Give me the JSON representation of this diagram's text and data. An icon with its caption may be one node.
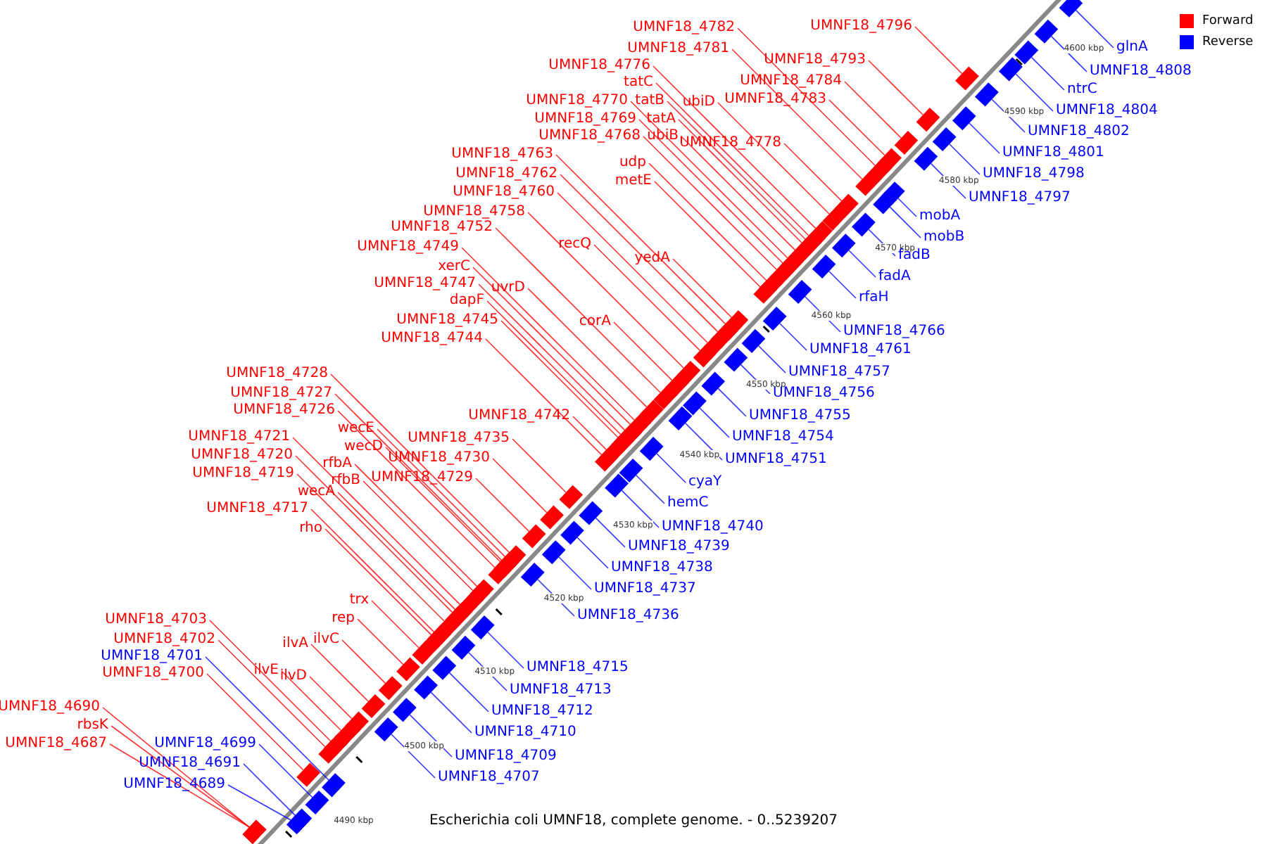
{
  "diagram": {
    "caption": "Escherichia coli UMNF18, complete genome. - 0..5239207",
    "nodes": [
      {
        "text": [
          "UMNF18_4782"
        ]
      },
      {
        "text": [
          "UMNF18_4796"
        ]
      },
      {
        "text": [
          "UMNF18_4781"
        ]
      },
      {
        "text": [
          "UMNF18_4793"
        ]
      },
      {
        "text": [
          "UMNF18_4776"
        ]
      },
      {
        "text": [
          "UMNF18_4784"
        ]
      },
      {
        "text": [
          "tatC"
        ]
      },
      {
        "text": [
          "UMNF18_4783"
        ]
      },
      {
        "text": [
          "ubiD"
        ]
      },
      {
        "text": [
          "UMNF18_4770"
        ]
      },
      {
        "text": [
          "tatB"
        ]
      },
      {
        "text": [
          "UMNF18_4769"
        ]
      },
      {
        "text": [
          "tatA"
        ]
      },
      {
        "text": [
          "UMNF18_4768"
        ]
      },
      {
        "text": [
          "ubiB"
        ]
      },
      {
        "text": [
          "UMNF18_4778"
        ]
      },
      {
        "text": [
          "udp"
        ]
      },
      {
        "text": [
          "UMNF18_4763"
        ]
      },
      {
        "text": [
          "metE"
        ]
      },
      {
        "text": [
          "UMNF18_4762"
        ]
      },
      {
        "text": [
          "UMNF18_4760"
        ]
      },
      {
        "text": [
          "UMNF18_4758"
        ]
      },
      {
        "text": [
          "recQ"
        ]
      },
      {
        "text": [
          "UMNF18_4752"
        ]
      },
      {
        "text": [
          "yedA"
        ]
      },
      {
        "text": [
          "UMNF18_4749"
        ]
      },
      {
        "text": [
          "xerC"
        ]
      },
      {
        "text": [
          "uvrD"
        ]
      },
      {
        "text": [
          "UMNF18_4747"
        ]
      },
      {
        "text": [
          "dapF"
        ]
      },
      {
        "text": [
          "corA"
        ]
      },
      {
        "text": [
          "UMNF18_4745"
        ]
      },
      {
        "text": [
          "UMNF18_4744"
        ]
      },
      {
        "text": [
          "UMNF18_4728"
        ]
      },
      {
        "text": [
          "UMNF18_4727"
        ]
      },
      {
        "text": [
          "UMNF18_4726"
        ]
      },
      {
        "text": [
          "UMNF18_4742"
        ]
      },
      {
        "text": [
          "wecE"
        ]
      },
      {
        "text": [
          "UMNF18_4735"
        ]
      },
      {
        "text": [
          "wecD"
        ]
      },
      {
        "text": [
          "UMNF18_4721"
        ]
      },
      {
        "text": [
          "rfbA"
        ]
      },
      {
        "text": [
          "UMNF18_4730"
        ]
      },
      {
        "text": [
          "UMNF18_4720"
        ]
      },
      {
        "text": [
          "rfbB"
        ]
      },
      {
        "text": [
          "UMNF18_4729"
        ]
      },
      {
        "text": [
          "UMNF18_4719"
        ]
      },
      {
        "text": [
          "wecA"
        ]
      },
      {
        "text": [
          "UMNF18_4717"
        ]
      },
      {
        "text": [
          "rho"
        ]
      },
      {
        "text": [
          "trx"
        ]
      },
      {
        "text": [
          "rep"
        ]
      },
      {
        "text": [
          "ilvC"
        ]
      },
      {
        "text": [
          "UMNF18_4703"
        ]
      },
      {
        "text": [
          "UMNF18_4702"
        ]
      },
      {
        "text": [
          "ilvA"
        ]
      },
      {
        "text": [
          "UMNF18_4701"
        ]
      },
      {
        "text": [
          "ilvE"
        ]
      },
      {
        "text": [
          "ilvD"
        ]
      },
      {
        "text": [
          "UMNF18_4700"
        ]
      },
      {
        "text": [
          "UMNF18_4690"
        ]
      },
      {
        "text": [
          "rbsK"
        ]
      },
      {
        "text": [
          "UMNF18_4687"
        ]
      },
      {
        "text": [
          "UMNF18_4699"
        ]
      },
      {
        "text": [
          "UMNF18_4691"
        ]
      },
      {
        "text": [
          "UMNF18_4689"
        ]
      },
      {
        "text": [
          "glnA"
        ]
      },
      {
        "text": [
          "UMNF18_4808"
        ]
      },
      {
        "text": [
          "ntrC"
        ]
      },
      {
        "text": [
          "UMNF18_4804"
        ]
      },
      {
        "text": [
          "UMNF18_4802"
        ]
      },
      {
        "text": [
          "UMNF18_4801"
        ]
      },
      {
        "text": [
          "UMNF18_4798"
        ]
      },
      {
        "text": [
          "UMNF18_4797"
        ]
      },
      {
        "text": [
          "mobA"
        ]
      },
      {
        "text": [
          "mobB"
        ]
      },
      {
        "text": [
          "fadB"
        ]
      },
      {
        "text": [
          "fadA"
        ]
      },
      {
        "text": [
          "rfaH"
        ]
      },
      {
        "text": [
          "UMNF18_4766"
        ]
      },
      {
        "text": [
          "UMNF18_4761"
        ]
      },
      {
        "text": [
          "UMNF18_4757"
        ]
      },
      {
        "text": [
          "UMNF18_4756"
        ]
      },
      {
        "text": [
          "UMNF18_4755"
        ]
      },
      {
        "text": [
          "UMNF18_4754"
        ]
      },
      {
        "text": [
          "UMNF18_4751"
        ]
      },
      {
        "text": [
          "cyaY"
        ]
      },
      {
        "text": [
          "hemC"
        ]
      },
      {
        "text": [
          "UMNF18_4740"
        ]
      },
      {
        "text": [
          "UMNF18_4739"
        ]
      },
      {
        "text": [
          "UMNF18_4738"
        ]
      },
      {
        "text": [
          "UMNF18_4737"
        ]
      },
      {
        "text": [
          "UMNF18_4736"
        ]
      },
      {
        "text": [
          "UMNF18_4715"
        ]
      },
      {
        "text": [
          "UMNF18_4713"
        ]
      },
      {
        "text": [
          "UMNF18_4712"
        ]
      },
      {
        "text": [
          "UMNF18_4710"
        ]
      },
      {
        "text": [
          "UMNF18_4709"
        ]
      },
      {
        "text": [
          "UMNF18_4707"
        ]
      },
      {
        "text": [],
        "shape": "box"
      },
      {
        "text": [],
        "shape": "box"
      },
      {
        "text": [],
        "shape": "box"
      },
      {
        "text": [],
        "shape": "box"
      },
      {
        "text": [],
        "shape": "box"
      },
      {
        "text": [],
        "shape": "box"
      },
      {
        "text": [],
        "shape": "box"
      },
      {
        "text": [],
        "shape": "box"
      },
      {
        "text": [],
        "shape": "box"
      },
      {
        "text": [],
        "shape": "box"
      },
      {
        "text": [],
        "shape": "box"
      },
      {
        "text": [],
        "shape": "box"
      },
      {
        "text": [],
        "shape": "box"
      },
      {
        "text": [],
        "shape": "box"
      },
      {
        "text": [],
        "shape": "box"
      },
      {
        "text": [],
        "shape": "box"
      },
      {
        "text": [],
        "shape": "box"
      },
      {
        "text": [],
        "shape": "box"
      },
      {
        "text": [],
        "shape": "box"
      },
      {
        "text": [],
        "shape": "box"
      },
      {
        "text": [],
        "shape": "box"
      },
      {
        "text": [],
        "shape": "box"
      },
      {
        "text": [],
        "shape": "box"
      },
      {
        "text": [],
        "shape": "box"
      },
      {
        "text": [],
        "shape": "box"
      },
      {
        "text": [],
        "shape": "box"
      },
      {
        "text": [],
        "shape": "box"
      },
      {
        "text": [],
        "shape": "box"
      },
      {
        "text": [],
        "shape": "box"
      },
      {
        "text": [],
        "shape": "box"
      },
      {
        "text": [],
        "shape": "box"
      },
      {
        "text": [],
        "shape": "box"
      },
      {
        "text": [],
        "shape": "box"
      },
      {
        "text": [],
        "shape": "box"
      },
      {
        "text": [],
        "shape": "box"
      },
      {
        "text": [],
        "shape": "box"
      },
      {
        "text": [],
        "shape": "box"
      },
      {
        "text": [],
        "shape": "box"
      },
      {
        "text": [],
        "shape": "box"
      },
      {
        "text": [],
        "shape": "box"
      },
      {
        "text": [],
        "shape": "box"
      },
      {
        "text": [],
        "shape": "box"
      },
      {
        "text": [],
        "shape": "box"
      },
      {
        "text": [],
        "shape": "box"
      },
      {
        "text": [],
        "shape": "box"
      },
      {
        "text": [],
        "shape": "box"
      },
      {
        "text": [],
        "shape": "box"
      },
      {
        "text": [],
        "shape": "box"
      },
      {
        "text": [],
        "shape": "box"
      },
      {
        "text": [],
        "shape": "box"
      },
      {
        "text": [],
        "shape": "box"
      },
      {
        "text": [],
        "shape": "box"
      },
      {
        "text": [],
        "shape": "box"
      },
      {
        "text": [],
        "shape": "box"
      },
      {
        "text": [],
        "shape": "box"
      },
      {
        "text": [],
        "shape": "box"
      },
      {
        "text": [],
        "shape": "box"
      },
      {
        "text": [],
        "shape": "box"
      },
      {
        "text": [],
        "shape": "box"
      },
      {
        "text": [],
        "shape": "box"
      },
      {
        "text": [],
        "shape": "box"
      },
      {
        "text": [],
        "shape": "box"
      },
      {
        "text": [],
        "shape": "box"
      },
      {
        "text": [],
        "shape": "box"
      },
      {
        "text": [],
        "shape": "box"
      },
      {
        "text": [],
        "shape": "box"
      },
      {
        "text": [],
        "shape": "box"
      },
      {
        "text": [],
        "shape": "box"
      },
      {
        "text": [],
        "shape": "box"
      },
      {
        "text": [],
        "shape": "box"
      },
      {
        "text": [],
        "shape": "box"
      },
      {
        "text": [],
        "shape": "box"
      },
      {
        "text": [],
        "shape": "box"
      },
      {
        "text": [],
        "shape": "box"
      },
      {
        "text": [],
        "shape": "box"
      },
      {
        "text": [],
        "shape": "box"
      },
      {
        "text": [],
        "shape": "box"
      },
      {
        "text": [],
        "shape": "box"
      },
      {
        "text": [],
        "shape": "box"
      },
      {
        "text": [],
        "shape": "box"
      },
      {
        "text": [],
        "shape": "box"
      },
      {
        "text": [],
        "shape": "box"
      },
      {
        "text": [],
        "shape": "box"
      },
      {
        "text": [],
        "shape": "box"
      },
      {
        "text": [],
        "shape": "box"
      },
      {
        "text": [],
        "shape": "box"
      },
      {
        "text": [],
        "shape": "box"
      },
      {
        "text": [],
        "shape": "box"
      },
      {
        "text": [],
        "shape": "box"
      },
      {
        "text": [],
        "shape": "box"
      },
      {
        "text": [],
        "shape": "box"
      },
      {
        "text": [],
        "shape": "box"
      },
      {
        "text": [],
        "shape": "box"
      },
      {
        "text": [],
        "shape": "box"
      },
      {
        "text": [],
        "shape": "box"
      },
      {
        "text": [],
        "shape": "box"
      },
      {
        "text": [],
        "shape": "box"
      },
      {
        "text": [],
        "shape": "box"
      },
      {
        "text": [],
        "shape": "box"
      }
    ],
    "edges": [
      {
        "from": 0,
        "to": 99,
        "arrow": "none"
      },
      {
        "from": 1,
        "to": 100,
        "arrow": "none"
      },
      {
        "from": 2,
        "to": 101,
        "arrow": "none"
      },
      {
        "from": 3,
        "to": 102,
        "arrow": "none"
      },
      {
        "from": 4,
        "to": 103,
        "arrow": "none"
      },
      {
        "from": 5,
        "to": 104,
        "arrow": "none"
      },
      {
        "from": 6,
        "to": 105,
        "arrow": "none"
      },
      {
        "from": 7,
        "to": 106,
        "arrow": "none"
      },
      {
        "from": 8,
        "to": 107,
        "arrow": "none"
      },
      {
        "from": 9,
        "to": 108,
        "arrow": "none"
      },
      {
        "from": 10,
        "to": 109,
        "arrow": "none"
      },
      {
        "from": 11,
        "to": 110,
        "arrow": "none"
      },
      {
        "from": 12,
        "to": 111,
        "arrow": "none"
      },
      {
        "from": 13,
        "to": 112,
        "arrow": "none"
      },
      {
        "from": 14,
        "to": 113,
        "arrow": "none"
      },
      {
        "from": 15,
        "to": 114,
        "arrow": "none"
      },
      {
        "from": 16,
        "to": 115,
        "arrow": "none"
      },
      {
        "from": 17,
        "to": 116,
        "arrow": "none"
      },
      {
        "from": 18,
        "to": 117,
        "arrow": "none"
      },
      {
        "from": 19,
        "to": 118,
        "arrow": "none"
      },
      {
        "from": 20,
        "to": 119,
        "arrow": "none"
      },
      {
        "from": 21,
        "to": 120,
        "arrow": "none"
      },
      {
        "from": 22,
        "to": 121,
        "arrow": "none"
      },
      {
        "from": 23,
        "to": 122,
        "arrow": "none"
      },
      {
        "from": 24,
        "to": 123,
        "arrow": "none"
      },
      {
        "from": 25,
        "to": 124,
        "arrow": "none"
      },
      {
        "from": 26,
        "to": 125,
        "arrow": "none"
      },
      {
        "from": 27,
        "to": 126,
        "arrow": "none"
      },
      {
        "from": 28,
        "to": 127,
        "arrow": "none"
      },
      {
        "from": 29,
        "to": 128,
        "arrow": "none"
      },
      {
        "from": 30,
        "to": 129,
        "arrow": "none"
      },
      {
        "from": 31,
        "to": 130,
        "arrow": "none"
      },
      {
        "from": 32,
        "to": 131,
        "arrow": "none"
      },
      {
        "from": 33,
        "to": 132,
        "arrow": "none"
      },
      {
        "from": 34,
        "to": 133,
        "arrow": "none"
      },
      {
        "from": 35,
        "to": 134,
        "arrow": "none"
      },
      {
        "from": 36,
        "to": 135,
        "arrow": "none"
      },
      {
        "from": 37,
        "to": 136,
        "arrow": "none"
      },
      {
        "from": 38,
        "to": 137,
        "arrow": "none"
      },
      {
        "from": 39,
        "to": 138,
        "arrow": "none"
      },
      {
        "from": 40,
        "to": 139,
        "arrow": "none"
      },
      {
        "from": 41,
        "to": 140,
        "arrow": "none"
      },
      {
        "from": 42,
        "to": 141,
        "arrow": "none"
      },
      {
        "from": 43,
        "to": 142,
        "arrow": "none"
      },
      {
        "from": 44,
        "to": 143,
        "arrow": "none"
      },
      {
        "from": 45,
        "to": 144,
        "arrow": "none"
      },
      {
        "from": 46,
        "to": 145,
        "arrow": "none"
      },
      {
        "from": 47,
        "to": 146,
        "arrow": "none"
      },
      {
        "from": 48,
        "to": 147,
        "arrow": "none"
      },
      {
        "from": 49,
        "to": 148,
        "arrow": "none"
      },
      {
        "from": 50,
        "to": 149,
        "arrow": "none"
      },
      {
        "from": 51,
        "to": 150,
        "arrow": "none"
      },
      {
        "from": 52,
        "to": 151,
        "arrow": "none"
      },
      {
        "from": 53,
        "to": 152,
        "arrow": "none"
      },
      {
        "from": 54,
        "to": 153,
        "arrow": "none"
      },
      {
        "from": 55,
        "to": 154,
        "arrow": "none"
      },
      {
        "from": 56,
        "to": 155,
        "arrow": "none",
        "color": "#0000ff"
      },
      {
        "from": 57,
        "to": 156,
        "arrow": "none"
      },
      {
        "from": 58,
        "to": 157,
        "arrow": "none"
      },
      {
        "from": 59,
        "to": 158,
        "arrow": "none"
      },
      {
        "from": 60,
        "to": 159,
        "arrow": "none"
      },
      {
        "from": 61,
        "to": 160,
        "arrow": "none"
      },
      {
        "from": 62,
        "to": 161,
        "arrow": "none"
      },
      {
        "from": 63,
        "to": 162,
        "arrow": "none",
        "color": "#0000ff"
      },
      {
        "from": 64,
        "to": 163,
        "arrow": "none",
        "color": "#0000ff"
      },
      {
        "from": 65,
        "to": 164,
        "arrow": "none",
        "color": "#0000ff"
      },
      {
        "from": 66,
        "to": 165,
        "arrow": "none",
        "color": "#0000ff"
      },
      {
        "from": 67,
        "to": 166,
        "arrow": "none",
        "color": "#0000ff"
      },
      {
        "from": 68,
        "to": 167,
        "arrow": "none",
        "color": "#0000ff"
      },
      {
        "from": 69,
        "to": 168,
        "arrow": "none",
        "color": "#0000ff"
      },
      {
        "from": 70,
        "to": 169,
        "arrow": "none",
        "color": "#0000ff"
      },
      {
        "from": 71,
        "to": 170,
        "arrow": "none",
        "color": "#0000ff"
      },
      {
        "from": 72,
        "to": 171,
        "arrow": "none",
        "color": "#0000ff"
      },
      {
        "from": 73,
        "to": 172,
        "arrow": "none",
        "color": "#0000ff"
      },
      {
        "from": 74,
        "to": 173,
        "arrow": "none",
        "color": "#0000ff"
      },
      {
        "from": 75,
        "to": 174,
        "arrow": "none",
        "color": "#0000ff"
      },
      {
        "from": 76,
        "to": 175,
        "arrow": "none",
        "color": "#0000ff"
      },
      {
        "from": 77,
        "to": 176,
        "arrow": "none",
        "color": "#0000ff"
      },
      {
        "from": 78,
        "to": 177,
        "arrow": "none",
        "color": "#0000ff"
      },
      {
        "from": 79,
        "to": 178,
        "arrow": "none",
        "color": "#0000ff"
      },
      {
        "from": 80,
        "to": 179,
        "arrow": "none",
        "color": "#0000ff"
      },
      {
        "from": 81,
        "to": 180,
        "arrow": "none",
        "color": "#0000ff"
      },
      {
        "from": 82,
        "to": 181,
        "arrow": "none",
        "color": "#0000ff"
      },
      {
        "from": 83,
        "to": 182,
        "arrow": "none",
        "color": "#0000ff"
      },
      {
        "from": 84,
        "to": 183,
        "arrow": "none",
        "color": "#0000ff"
      },
      {
        "from": 85,
        "to": 184,
        "arrow": "none",
        "color": "#0000ff"
      },
      {
        "from": 86,
        "to": 185,
        "arrow": "none",
        "color": "#0000ff"
      },
      {
        "from": 87,
        "to": 186,
        "arrow": "none",
        "color": "#0000ff"
      },
      {
        "from": 88,
        "to": 187,
        "arrow": "none",
        "color": "#0000ff"
      },
      {
        "from": 89,
        "to": 188,
        "arrow": "none",
        "color": "#0000ff"
      },
      {
        "from": 90,
        "to": 189,
        "arrow": "none",
        "color": "#0000ff"
      },
      {
        "from": 91,
        "to": 190,
        "arrow": "none",
        "color": "#0000ff"
      },
      {
        "from": 92,
        "to": 191,
        "arrow": "none",
        "color": "#0000ff"
      },
      {
        "from": 93,
        "to": 192,
        "arrow": "none",
        "color": "#0000ff"
      },
      {
        "from": 94,
        "to": 193,
        "arrow": "none",
        "color": "#0000ff"
      },
      {
        "from": 95,
        "to": 194,
        "arrow": "none",
        "color": "#0000ff"
      },
      {
        "from": 96,
        "to": 195,
        "arrow": "none",
        "color": "#0000ff"
      },
      {
        "from": 97,
        "to": 196,
        "arrow": "none",
        "color": "#0000ff"
      },
      {
        "from": 98,
        "to": 197,
        "arrow": "none",
        "color": "#0000ff"
      }
    ],
    "labels": [
      "4490 kbp",
      "4500 kbp",
      "4510 kbp",
      "4520 kbp",
      "4530 kbp",
      "4540 kbp",
      "4550 kbp",
      "4560 kbp",
      "4570 kbp",
      "4580 kbp",
      "4590 kbp",
      "4600 kbp"
    ],
    "legend": [
      {
        "text": "Forward",
        "color": "#ff0000"
      },
      {
        "text": "Reverse",
        "color": "#0000ff"
      }
    ]
  }
}
